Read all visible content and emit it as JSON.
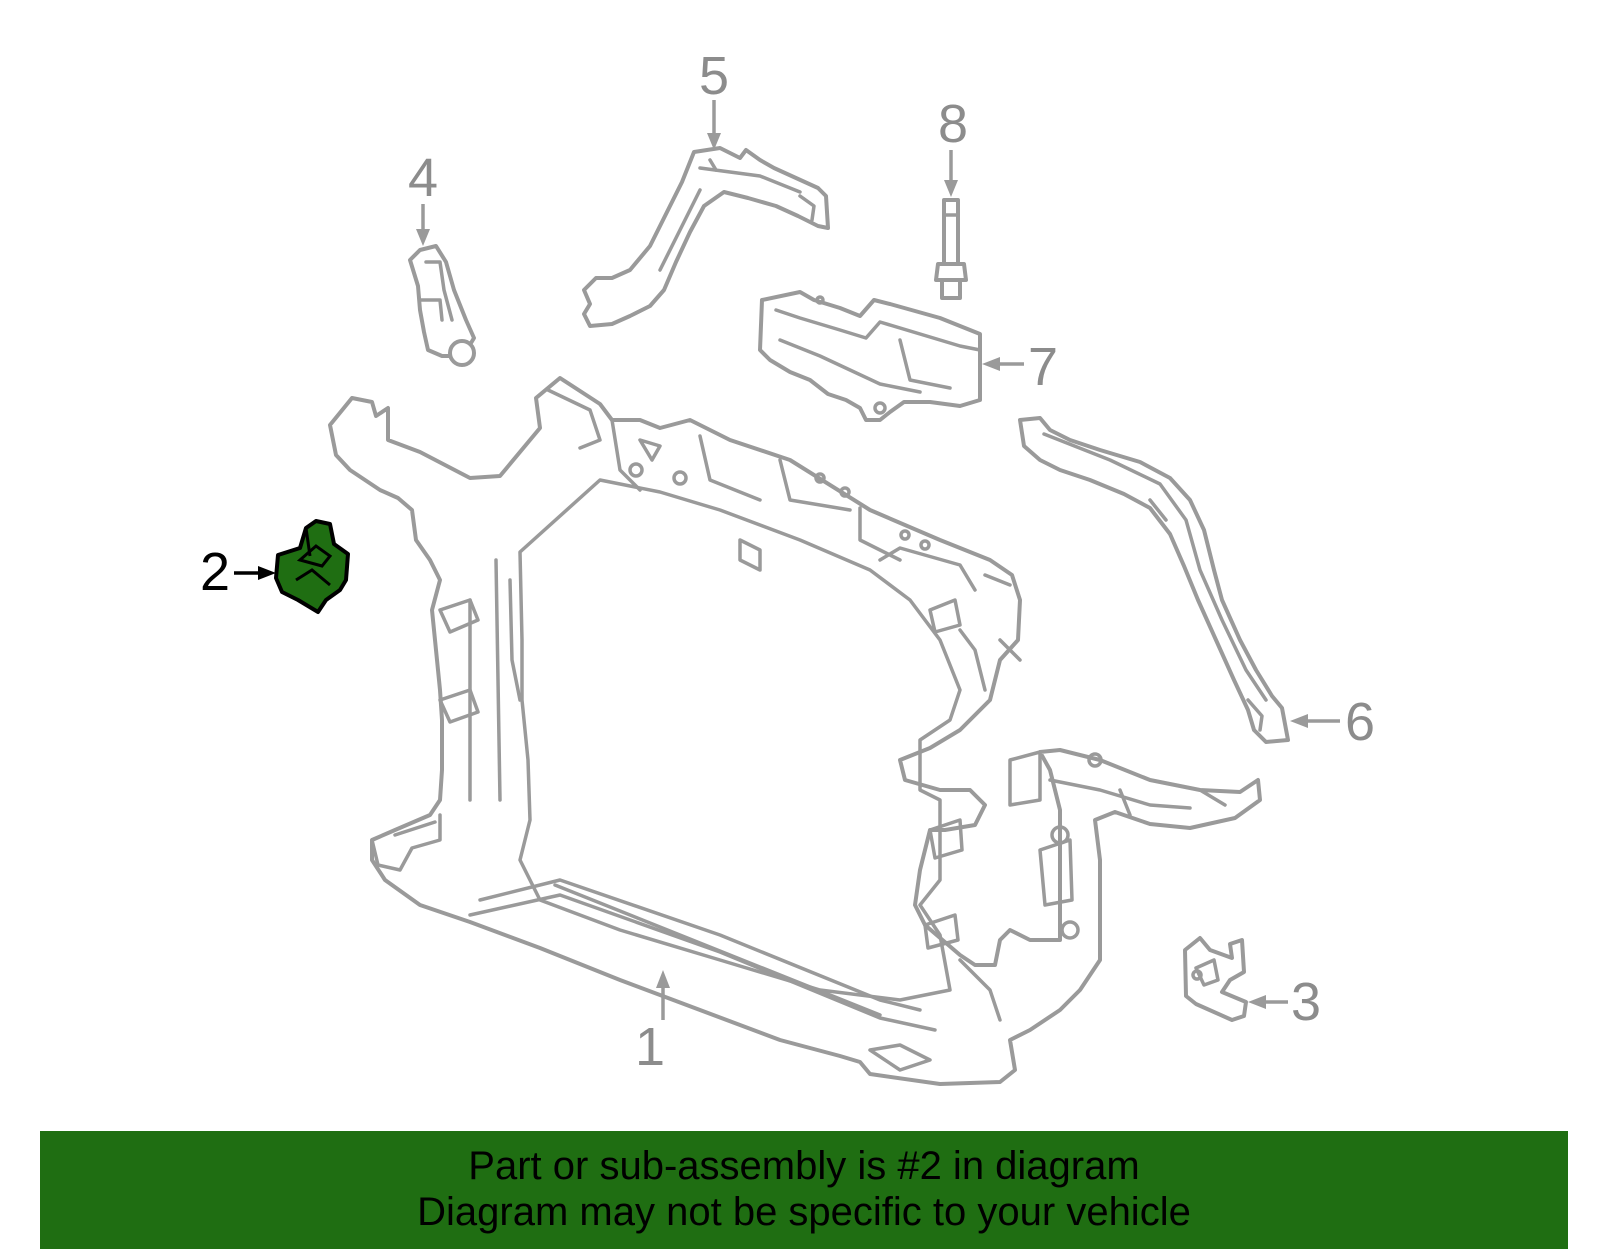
{
  "diagram": {
    "highlighted_part": "2",
    "callouts": [
      "1",
      "2",
      "3",
      "4",
      "5",
      "6",
      "7",
      "8"
    ],
    "colors": {
      "highlight": "#1f6e12",
      "outline": "#9a9a9a",
      "banner": "#1f6e12"
    }
  },
  "banner": {
    "line1": "Part or sub-assembly is #2 in diagram",
    "line2": "Diagram may not be specific to your vehicle"
  }
}
